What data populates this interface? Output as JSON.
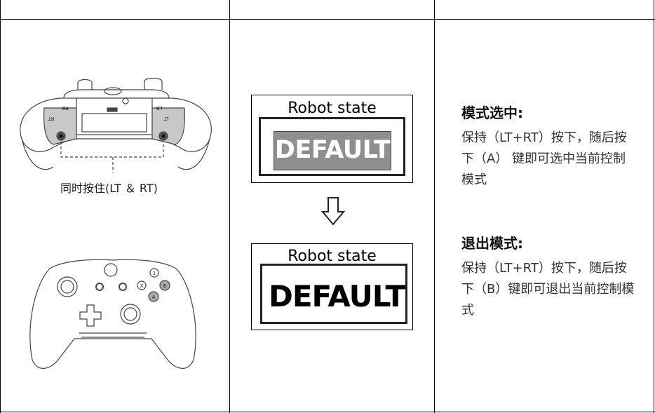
{
  "left": {
    "caption": "同时按住(LT ＆ RT)",
    "top_controller": {
      "button_labels": [
        "RB",
        "RT",
        "LB",
        "LT"
      ]
    },
    "bottom_controller": {
      "button_labels": [
        "X",
        "B",
        "A"
      ],
      "callout": "①"
    }
  },
  "middle": {
    "box1": {
      "title": "Robot state",
      "state": "DEFAULT",
      "highlighted": true
    },
    "arrow": "down-arrow-icon",
    "box2": {
      "title": "Robot state",
      "state": "DEFAULT",
      "highlighted": false
    }
  },
  "right": {
    "section1": {
      "heading": "模式选中:",
      "text": "保持（LT+RT）按下，随后按下（A） 键即可选中当前控制模式"
    },
    "section2": {
      "heading": "退出模式:",
      "text": "保持（LT+RT）按下，随后按下（B）键即可退出当前控制模式"
    }
  },
  "colors": {
    "highlight_fill": "#8f8f8f",
    "trigger_fill": "#c8c8c8",
    "line": "#000000"
  }
}
